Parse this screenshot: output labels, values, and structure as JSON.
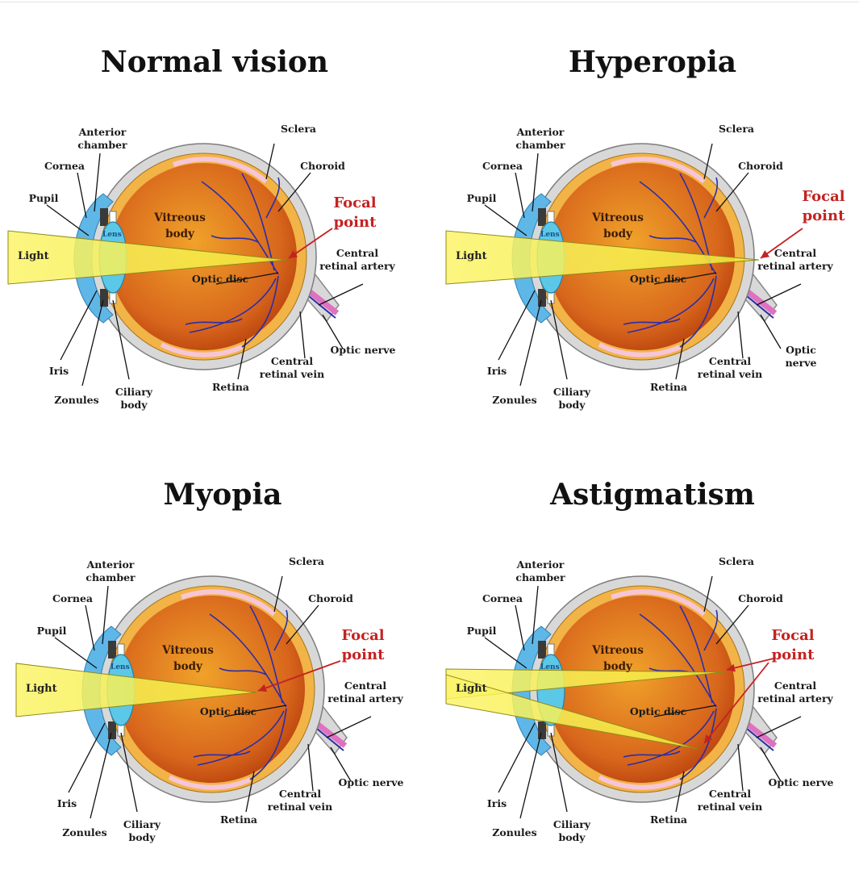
{
  "panels": [
    {
      "title": "Normal vision",
      "light": "Light",
      "lens": "Lens",
      "vitreous": "Vitreous\nbody",
      "focal": "Focal\npoint",
      "labels": {
        "anterior_chamber": "Anterior\nchamber",
        "cornea": "Cornea",
        "pupil": "Pupil",
        "sclera": "Sclera",
        "choroid": "Choroid",
        "central_retinal_artery": "Central\nretinal artery",
        "optic_disc": "Optic disc",
        "optic_nerve": "Optic nerve",
        "central_retinal_vein": "Central\nretinal vein",
        "retina": "Retina",
        "iris": "Iris",
        "zonules": "Zonules",
        "ciliary_body": "Ciliary\nbody"
      }
    },
    {
      "title": "Hyperopia",
      "light": "Light",
      "lens": "Lens",
      "vitreous": "Vitreous\nbody",
      "focal": "Focal\npoint",
      "labels": {
        "anterior_chamber": "Anterior\nchamber",
        "cornea": "Cornea",
        "pupil": "Pupil",
        "sclera": "Sclera",
        "choroid": "Choroid",
        "central_retinal_artery": "Central\nretinal artery",
        "optic_disc": "Optic disc",
        "optic_nerve": "Optic\nnerve",
        "central_retinal_vein": "Central\nretinal vein",
        "retina": "Retina",
        "iris": "Iris",
        "zonules": "Zonules",
        "ciliary_body": "Ciliary\nbody"
      }
    },
    {
      "title": "Myopia",
      "light": "Light",
      "lens": "Lens",
      "vitreous": "Vitreous\nbody",
      "focal": "Focal\npoint",
      "labels": {
        "anterior_chamber": "Anterior\nchamber",
        "cornea": "Cornea",
        "pupil": "Pupil",
        "sclera": "Sclera",
        "choroid": "Choroid",
        "central_retinal_artery": "Central\nretinal artery",
        "optic_disc": "Optic disc",
        "optic_nerve": "Optic nerve",
        "central_retinal_vein": "Central\nretinal vein",
        "retina": "Retina",
        "iris": "Iris",
        "zonules": "Zonules",
        "ciliary_body": "Ciliary\nbody"
      }
    },
    {
      "title": "Astigmatism",
      "light": "Light",
      "lens": "Lens",
      "vitreous": "Vitreous\nbody",
      "focal": "Focal\npoint",
      "labels": {
        "anterior_chamber": "Anterior\nchamber",
        "cornea": "Cornea",
        "pupil": "Pupil",
        "sclera": "Sclera",
        "choroid": "Choroid",
        "central_retinal_artery": "Central\nretinal artery",
        "optic_disc": "Optic disc",
        "optic_nerve": "Optic nerve",
        "central_retinal_vein": "Central\nretinal vein",
        "retina": "Retina",
        "iris": "Iris",
        "zonules": "Zonules",
        "ciliary_body": "Ciliary\nbody"
      }
    }
  ],
  "colors": {
    "vitreous_inner": "#f0a22a",
    "vitreous_outer": "#b9420e",
    "sclera": "#d8d8d8",
    "choroid": "#f2b347",
    "retina": "#f6c6d8",
    "cornea": "#5fb7e8",
    "lens": "#5cc8e8",
    "light": "#f3ec3b",
    "vessel": "#2b2ea8",
    "focal": "#c42222"
  }
}
